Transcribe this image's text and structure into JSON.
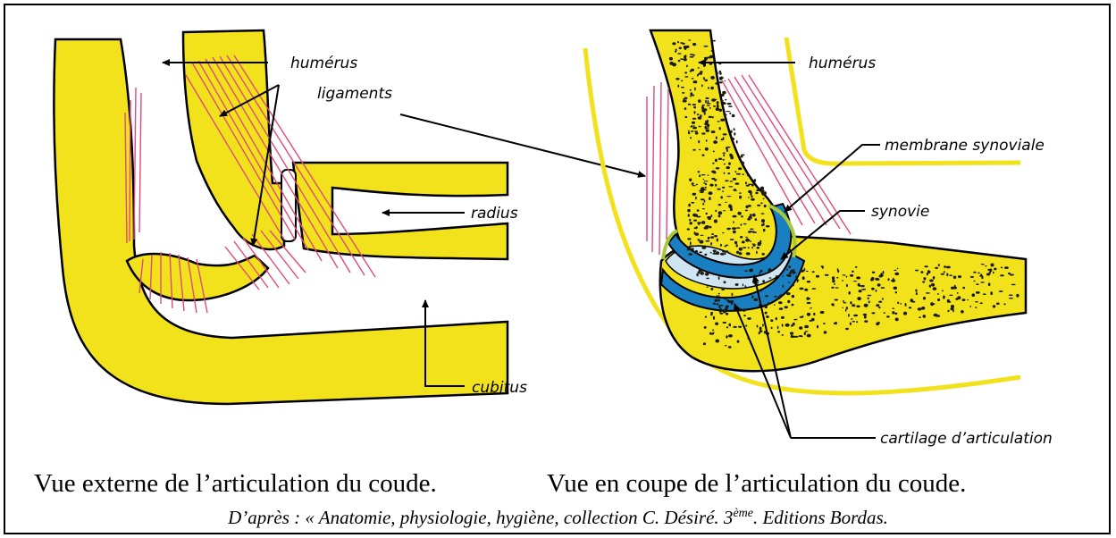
{
  "colors": {
    "bone": "#f1e21c",
    "ligament": "#e04a7a",
    "cartilage": "#1a7fc0",
    "synovie": "#cfe6f2",
    "membrane": "#a8c93a",
    "marrow": "#1b1b12"
  },
  "left_figure": {
    "labels": {
      "humerus": "humérus",
      "ligaments": "ligaments",
      "radius": "radius",
      "cubitus": "cubitus"
    },
    "caption": "Vue externe de l’articulation du coude."
  },
  "right_figure": {
    "labels": {
      "humerus": "humérus",
      "membrane": "membrane synoviale",
      "synovie": "synovie",
      "cartilage": "cartilage d’articulation"
    },
    "caption": "Vue en coupe de l’articulation du coude."
  },
  "credit": {
    "before": "D’après : « Anatomie, physiologie, hygiène, collection C. Désiré. 3",
    "sup": "ème",
    "after": ". Editions Bordas."
  }
}
